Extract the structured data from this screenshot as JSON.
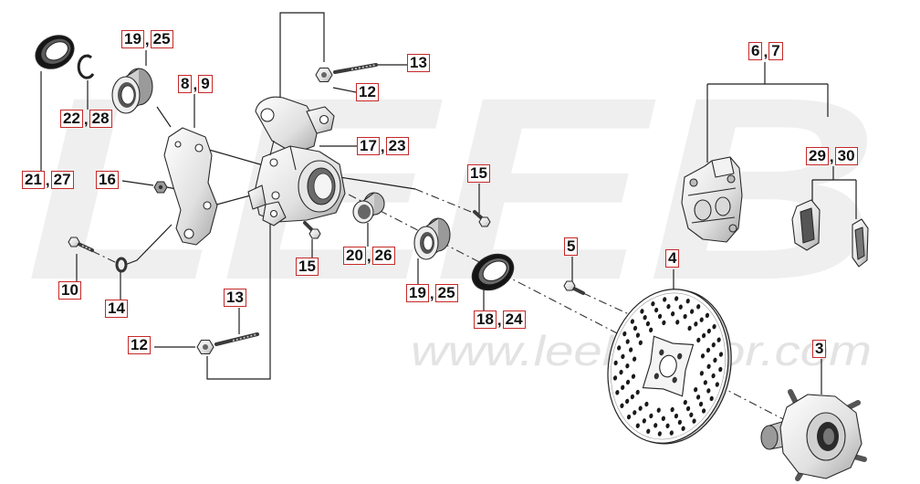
{
  "watermark": {
    "brand": "LEEB",
    "url": "www.leebmotor.com"
  },
  "callouts": {
    "bearing_top": "19,25",
    "bracket": "8,9",
    "bolt_top": "13",
    "nut_top": "12",
    "caliper": "6,7",
    "knuckle": "17,23",
    "pads": "29,30",
    "circlip": "22,28",
    "seal_outer": "21,27",
    "nut_bracket": "16",
    "bolt_upper": "15",
    "disc_bolt": "5",
    "disc": "4",
    "spacer": "20,26",
    "bolt_lower": "15",
    "bolt_bracket": "10",
    "washer": "14",
    "bearing_lower": "19,25",
    "bolt_bottom": "13",
    "seal_inner": "18,24",
    "nut_bottom": "12",
    "hub": "3"
  }
}
